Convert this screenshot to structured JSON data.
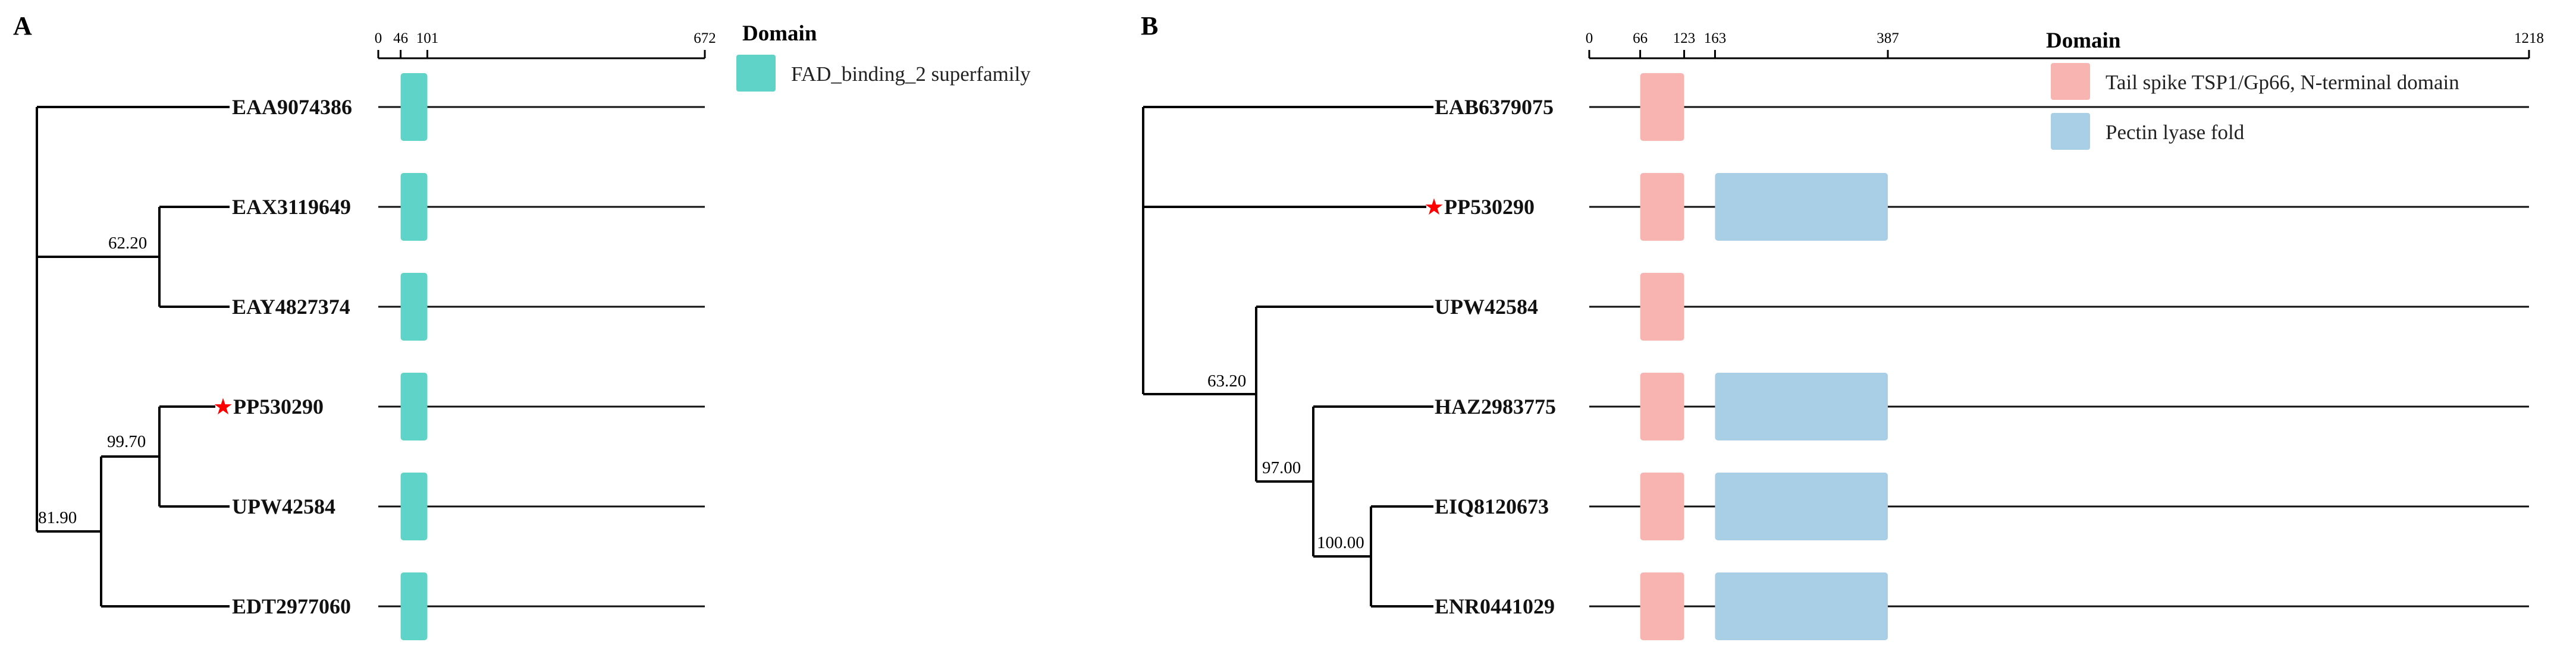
{
  "panels": [
    {
      "letter": "A",
      "legend_title": "Domain",
      "legend": [
        {
          "label": "FAD_binding_2 superfamily",
          "color": "#5fd3c8"
        }
      ],
      "scale_max": 672,
      "ticks": [
        {
          "value": 0,
          "label": "0"
        },
        {
          "value": 46,
          "label": "46"
        },
        {
          "value": 101,
          "label": "101"
        },
        {
          "value": 672,
          "label": "672"
        }
      ],
      "taxa": [
        {
          "name": "EAA9074386",
          "star": false,
          "domains": [
            {
              "start": 46,
              "end": 101,
              "legend": 0
            }
          ]
        },
        {
          "name": "EAX3119649",
          "star": false,
          "domains": [
            {
              "start": 46,
              "end": 101,
              "legend": 0
            }
          ]
        },
        {
          "name": "EAY4827374",
          "star": false,
          "domains": [
            {
              "start": 46,
              "end": 101,
              "legend": 0
            }
          ]
        },
        {
          "name": "PP530290",
          "star": true,
          "domains": [
            {
              "start": 46,
              "end": 101,
              "legend": 0
            }
          ]
        },
        {
          "name": "UPW42584",
          "star": false,
          "domains": [
            {
              "start": 46,
              "end": 101,
              "legend": 0
            }
          ]
        },
        {
          "name": "EDT2977060",
          "star": false,
          "domains": [
            {
              "start": 46,
              "end": 101,
              "legend": 0
            }
          ]
        }
      ],
      "support_values": [
        "62.20",
        "99.70",
        "81.90"
      ]
    },
    {
      "letter": "B",
      "legend_title": "Domain",
      "legend": [
        {
          "label": "Tail spike TSP1/Gp66, N-terminal domain",
          "color": "#f8b4b0"
        },
        {
          "label": "Pectin lyase fold",
          "color": "#a9cfe6"
        }
      ],
      "scale_max": 1218,
      "ticks": [
        {
          "value": 0,
          "label": "0"
        },
        {
          "value": 66,
          "label": "66"
        },
        {
          "value": 123,
          "label": "123"
        },
        {
          "value": 163,
          "label": "163"
        },
        {
          "value": 387,
          "label": "387"
        },
        {
          "value": 1218,
          "label": "1218"
        }
      ],
      "taxa": [
        {
          "name": "EAB6379075",
          "star": false,
          "domains": [
            {
              "start": 66,
              "end": 123,
              "legend": 0
            }
          ]
        },
        {
          "name": "PP530290",
          "star": true,
          "domains": [
            {
              "start": 66,
              "end": 123,
              "legend": 0
            },
            {
              "start": 163,
              "end": 387,
              "legend": 1
            }
          ]
        },
        {
          "name": "UPW42584",
          "star": false,
          "domains": [
            {
              "start": 66,
              "end": 123,
              "legend": 0
            }
          ]
        },
        {
          "name": "HAZ2983775",
          "star": false,
          "domains": [
            {
              "start": 66,
              "end": 123,
              "legend": 0
            },
            {
              "start": 163,
              "end": 387,
              "legend": 1
            }
          ]
        },
        {
          "name": "EIQ8120673",
          "star": false,
          "domains": [
            {
              "start": 66,
              "end": 123,
              "legend": 0
            },
            {
              "start": 163,
              "end": 387,
              "legend": 1
            }
          ]
        },
        {
          "name": "ENR0441029",
          "star": false,
          "domains": [
            {
              "start": 66,
              "end": 123,
              "legend": 0
            },
            {
              "start": 163,
              "end": 387,
              "legend": 1
            }
          ]
        }
      ],
      "support_values": [
        "63.20",
        "97.00",
        "100.00"
      ]
    }
  ],
  "star_glyph": "★"
}
